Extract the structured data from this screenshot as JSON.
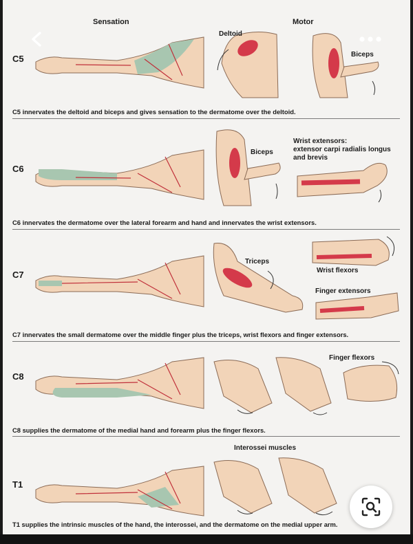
{
  "header": {
    "sensation": "Sensation",
    "motor": "Motor"
  },
  "sections": [
    {
      "level": "C5",
      "caption": "C5 innervates the deltoid and biceps and gives sensation to the dermatome over the deltoid.",
      "labels": [
        "Deltoid",
        "Biceps"
      ]
    },
    {
      "level": "C6",
      "caption": "C6 innervates the dermatome over the lateral forearm and hand and innervates the wrist extensors.",
      "labels": [
        "Biceps",
        "Wrist extensors:\nextensor carpi radialis longus\nand brevis"
      ]
    },
    {
      "level": "C7",
      "caption": "C7 innervates the small dermatome over the middle finger plus the triceps, wrist flexors and finger extensors.",
      "labels": [
        "Triceps",
        "Wrist flexors",
        "Finger extensors"
      ]
    },
    {
      "level": "C8",
      "caption": "C8 supplies the dermatome of the medial hand and forearm plus the finger flexors.",
      "labels": [
        "Finger flexors"
      ]
    },
    {
      "level": "T1",
      "caption": "T1 supplies the intrinsic muscles of the hand, the interossei, and the dermatome on the medial upper arm.",
      "labels": [
        "Interossei muscles"
      ]
    }
  ],
  "controls": {
    "back": "back-arrow-icon",
    "more": "more-dots-icon",
    "lens": "image-search-icon"
  },
  "colors": {
    "skin": "#f2d4b8",
    "skin_outline": "#8a6a55",
    "dermatome": "#a8c6b0",
    "muscle": "#d43a4a",
    "nerve_line": "#c0303a"
  }
}
